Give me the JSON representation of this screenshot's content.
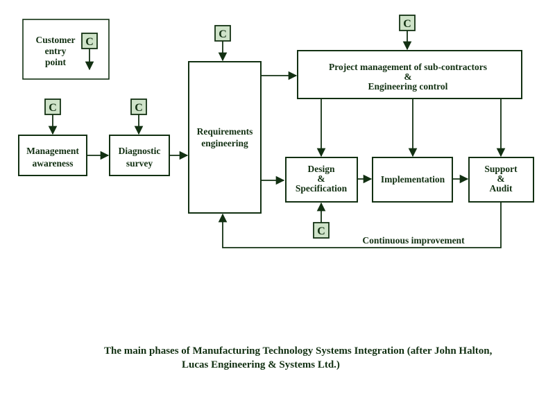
{
  "diagram": {
    "customer_entry_label": [
      "Customer",
      "entry",
      "point"
    ],
    "customer_marker": "C",
    "boxes": {
      "management_awareness": [
        "Management",
        "awareness"
      ],
      "diagnostic_survey": [
        "Diagnostic",
        "survey"
      ],
      "requirements_engineering": [
        "Requirements",
        "engineering"
      ],
      "project_management": [
        "Project management of sub-contractors",
        "&",
        "Engineering control"
      ],
      "design_specification": [
        "Design",
        "&",
        "Specification"
      ],
      "implementation": [
        "Implementation"
      ],
      "support_audit": [
        "Support",
        "&",
        "Audit"
      ]
    },
    "loop_label": "Continuous improvement"
  },
  "caption": [
    "The main phases of Manufacturing Technology Systems Integration (after John Halton,",
    "Lucas Engineering & Systems Ltd.)"
  ]
}
